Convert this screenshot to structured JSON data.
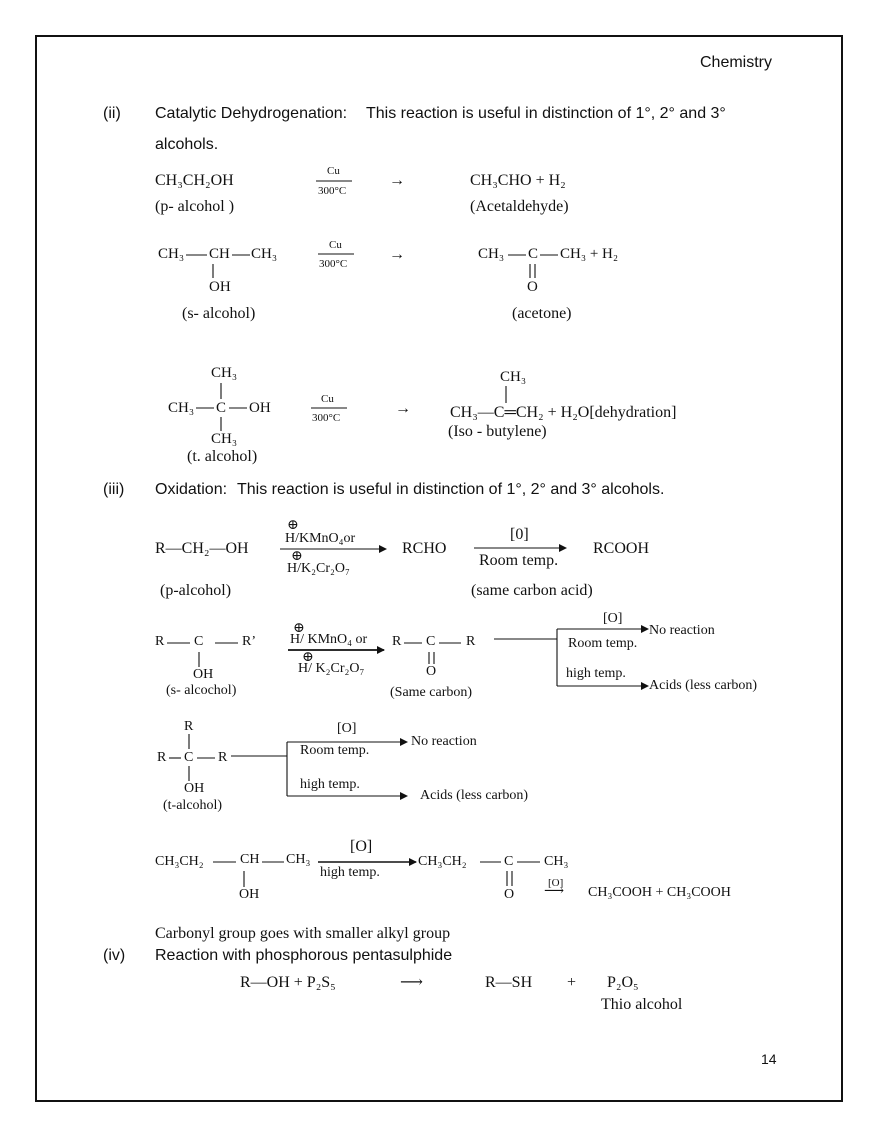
{
  "header": {
    "subject": "Chemistry"
  },
  "page_number": "14",
  "sec2": {
    "num": "(ii)",
    "title": "Catalytic Dehydrogenation:",
    "desc": "This reaction is useful in distinction of 1°, 2° and 3°",
    "desc2": "alcohols.",
    "r1": {
      "reactant": "CH₃CH₂OH",
      "cat": "Cu",
      "temp": "300°C",
      "arrow": "→",
      "product": "CH₃CHO  +  H₂",
      "reactant_label": "(p- alcohol )",
      "product_label": "(Acetaldehyde)"
    },
    "r2": {
      "ch3a": "CH₃",
      "ch": "CH",
      "ch3b": "CH₃",
      "oh": "OH",
      "cat": "Cu",
      "temp": "300°C",
      "arrow": "→",
      "p_ch3a": "CH₃",
      "p_c": "C",
      "p_ch3b": "CH₃ + H₂",
      "p_o": "O",
      "reactant_label": "(s- alcohol)",
      "product_label": "(acetone)"
    },
    "r3": {
      "top": "CH₃",
      "left": "CH₃",
      "c": "C",
      "oh": "OH",
      "bottom": "CH₃",
      "cat": "Cu",
      "temp": "300°C",
      "arrow": "→",
      "p_top": "CH₃",
      "p_main": "CH₃—C═CH₂ + H₂O[dehydration]",
      "p_label": "(Iso - butylene)",
      "reactant_label": "(t. alcohol)"
    }
  },
  "sec3": {
    "num": "(iii)",
    "title": "Oxidation:",
    "desc": "This reaction is useful in distinction of 1°, 2° and 3° alcohols.",
    "p": {
      "reactant": "R—CH₂—OH",
      "plus": "⊕",
      "reagent1": "H/KMnO₄or",
      "plus2": "⊕",
      "reagent2": "H/K₂Cr₂O₇",
      "mid": "RCHO",
      "o": "[0]",
      "cond": "Room temp.",
      "product": "RCOOH",
      "reactant_label": "(p-alcohol)",
      "product_label": "(same carbon acid)"
    },
    "s": {
      "r": "R",
      "c": "C",
      "r2": "R’",
      "oh": "OH",
      "label": "(s- alcochol)",
      "plus": "⊕",
      "reagent1": "H/ KMnO₄ or",
      "plus2": "⊕",
      "reagent2": "H/ K₂Cr₂O₇",
      "p_r": "R",
      "p_c": "C",
      "p_r2": "R",
      "p_o": "O",
      "p_label": "(Same carbon)",
      "o": "[O]",
      "no_reaction": "No reaction",
      "room": "Room temp.",
      "high": "high temp.",
      "acids": "Acids (less carbon)"
    },
    "t": {
      "r_top": "R",
      "r_left": "R",
      "c": "C",
      "r_right": "R",
      "oh": "OH",
      "label": "(t-alcohol)",
      "o": "[O]",
      "room": "Room temp.",
      "no_reaction": "No reaction",
      "high": "high temp.",
      "acids": "Acids (less carbon)"
    },
    "ex": {
      "left": "CH₃CH₂",
      "ch": "CH",
      "ch3": "CH₃",
      "oh": "OH",
      "o": "[O]",
      "cond": "high temp.",
      "p_left": "CH₃CH₂",
      "p_c": "C",
      "p_ch3": "CH₃",
      "p_o": "O",
      "o2": "[O]",
      "arrow2": "⟶",
      "products": "CH₃COOH + CH₃COOH"
    },
    "note": "Carbonyl group goes with smaller alkyl group"
  },
  "sec4": {
    "num": "(iv)",
    "title": "Reaction with phosphorous pentasulphide",
    "reactant": "R—OH + P₂S₅",
    "arrow": "⟶",
    "product1": "R—SH",
    "plus": "+",
    "product2": "P₂O₅",
    "product_label": "Thio alcohol"
  }
}
